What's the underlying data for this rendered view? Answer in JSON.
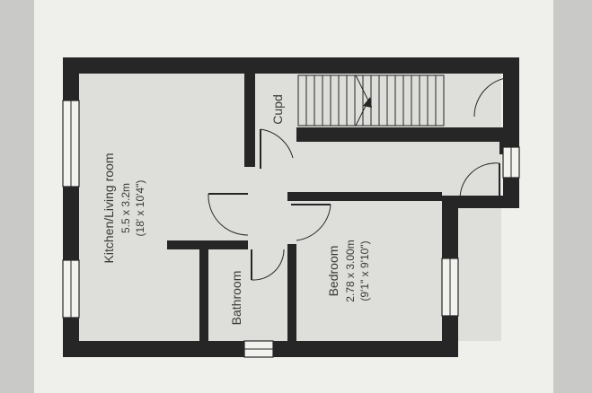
{
  "rooms": {
    "kitchen": {
      "name": "Kitchen/Living room",
      "metric": "5.5 x 3.2m",
      "imperial": "(18' x 10'4\")"
    },
    "bedroom": {
      "name": "Bedroom",
      "metric": "2.78 x 3.00m",
      "imperial": "(9'1\" x 9'10\")"
    },
    "bathroom": {
      "name": "Bathroom"
    },
    "cupboard": {
      "name": "Cupd"
    }
  },
  "colors": {
    "wall": "#262626",
    "paper": "#efefec",
    "background": "#c9c9c7"
  }
}
